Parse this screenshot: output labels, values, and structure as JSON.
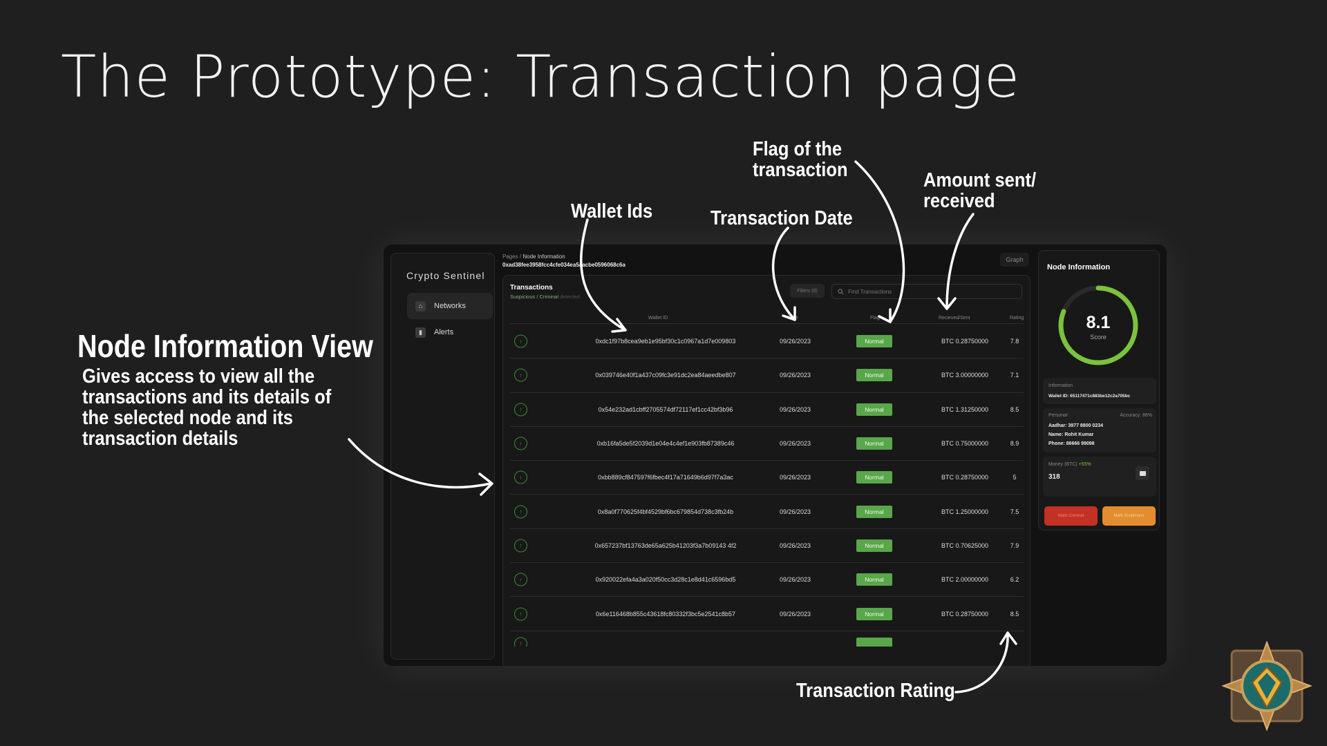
{
  "slide": {
    "title": "The Prototype: Transaction page",
    "annotations": {
      "wallet_ids": "Wallet Ids",
      "transaction_date": "Transaction Date",
      "flag": "Flag of the\ntransaction",
      "amount": "Amount sent/\nreceived",
      "rating": "Transaction Rating"
    },
    "side_heading": "Node Information View",
    "side_description": "Gives access to view all the transactions and its details of the selected node and its transaction details"
  },
  "app": {
    "brand": "Crypto Sentinel",
    "nav": [
      {
        "label": "Networks",
        "icon": "home-icon",
        "active": true
      },
      {
        "label": "Alerts",
        "icon": "bar-chart-icon",
        "active": false
      }
    ],
    "breadcrumb": {
      "root": "Pages",
      "current": "Node Information"
    },
    "address": "0xad38fee3958fcc4cfe034ea5aacbe0596068c6a",
    "graph_button": "Graph",
    "transactions": {
      "title": "Transactions",
      "subtitle_highlight": "Suspicious / Criminal",
      "subtitle_rest": "detected",
      "filters_label": "Filters (0)",
      "search_placeholder": "Find Transactions",
      "columns": {
        "wallet": "Wallet ID",
        "date": "Date",
        "flag": "Flag",
        "amount": "Recieved/Sent",
        "rating": "Rating"
      },
      "rows": [
        {
          "wallet": "0xdc1f97b8cea9eb1e95bf30c1c0967a1d7e009803",
          "date": "09/26/2023",
          "flag": "Normal",
          "amount": "BTC 0.28750000",
          "rating": "7.8"
        },
        {
          "wallet": "0x039746e40f1a437c09fc3e91dc2ea84aeedbe807",
          "date": "09/26/2023",
          "flag": "Normal",
          "amount": "BTC 3.00000000",
          "rating": "7.1"
        },
        {
          "wallet": "0x54e232ad1cbff2705574df72117ef1cc42bf3b96",
          "date": "09/26/2023",
          "flag": "Normal",
          "amount": "BTC 1.31250000",
          "rating": "8.5"
        },
        {
          "wallet": "0xb16fa5de5f2039d1e04e4c4ef1e903fb87389c46",
          "date": "09/26/2023",
          "flag": "Normal",
          "amount": "BTC 0.75000000",
          "rating": "8.9"
        },
        {
          "wallet": "0xbb889cf847597f6fbec4f17a71649b6d97f7a3ac",
          "date": "09/26/2023",
          "flag": "Normal",
          "amount": "BTC 0.28750000",
          "rating": "5"
        },
        {
          "wallet": "0x8a0f770625f4bf4529bf6bc679854d738c3fb24b",
          "date": "09/26/2023",
          "flag": "Normal",
          "amount": "BTC 1.25000000",
          "rating": "7.5"
        },
        {
          "wallet": "0x657237bf13763de65a625b41203f3a7b09143 4f2",
          "date": "09/26/2023",
          "flag": "Normal",
          "amount": "BTC 0.70625000",
          "rating": "7.9"
        },
        {
          "wallet": "0x920022efa4a3a020f50cc3d28c1e8d41c6596bd5",
          "date": "09/26/2023",
          "flag": "Normal",
          "amount": "BTC 2.00000000",
          "rating": "6.2"
        },
        {
          "wallet": "0x6e116468b855c43618fc80332f3bc5e2541c8b57",
          "date": "09/26/2023",
          "flag": "Normal",
          "amount": "BTC 0.28750000",
          "rating": "8.5"
        }
      ]
    },
    "node_info": {
      "title": "Node Information",
      "score": "8.1",
      "score_fraction": 0.81,
      "score_label": "Score",
      "info_label": "Information",
      "wallet_id": "Wallet ID: 65117471c883be12c2a705bc",
      "personal_label": "Personal",
      "accuracy": "Accuracy: 86%",
      "aadhar": "Aadhar: 3977 8800 0234",
      "name": "Name: Rohit Kumar",
      "phone": "Phone: 86666 99098",
      "money_label": "Money (BTC)",
      "money_change": "+55%",
      "money_value": "318",
      "mark_criminal": "Mark Criminal",
      "mark_suspicious": "Mark Suspicious"
    }
  },
  "colors": {
    "accent_green": "#5aa64b",
    "danger": "#c33024",
    "warning": "#e38d2e",
    "gauge": "#7cc23c"
  }
}
